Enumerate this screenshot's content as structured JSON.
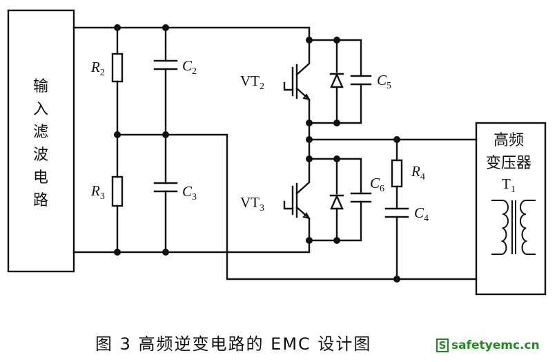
{
  "blocks": {
    "input_filter": [
      "输",
      "入",
      "滤",
      "波",
      "电",
      "路"
    ],
    "transformer": {
      "line1": "高频",
      "line2": "变压器",
      "label": "T",
      "label_sub": "1"
    }
  },
  "components": {
    "R2": {
      "letter": "R",
      "sub": "2"
    },
    "R3": {
      "letter": "R",
      "sub": "3"
    },
    "R4": {
      "letter": "R",
      "sub": "4"
    },
    "C2": {
      "letter": "C",
      "sub": "2"
    },
    "C3": {
      "letter": "C",
      "sub": "3"
    },
    "C4": {
      "letter": "C",
      "sub": "4"
    },
    "C5": {
      "letter": "C",
      "sub": "5"
    },
    "C6": {
      "letter": "C",
      "sub": "6"
    },
    "VT2": {
      "letter": "VT",
      "sub": "2"
    },
    "VT3": {
      "letter": "VT",
      "sub": "3"
    }
  },
  "caption": "图 3   高频逆变电路的 EMC 设计图",
  "watermark": {
    "logo": "S",
    "text": "safetyemc.cn"
  },
  "colors": {
    "ink": "#111111",
    "watermark": "#1f8a1f"
  }
}
